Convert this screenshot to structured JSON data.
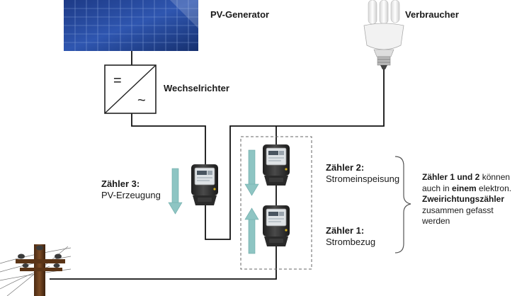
{
  "labels": {
    "pv_generator": "PV-Generator",
    "consumer": "Verbraucher",
    "inverter": "Wechselrichter",
    "meter3_title": "Zähler 3:",
    "meter3_sub": "PV-Erzeugung",
    "meter2_title": "Zähler 2:",
    "meter2_sub": "Stromeinspeisung",
    "meter1_title": "Zähler 1:",
    "meter1_sub": "Strombezug"
  },
  "inverter_symbols": {
    "dc": "=",
    "ac": "~"
  },
  "note": {
    "part1_bold": "Zähler 1 und 2",
    "part2": " können auch in ",
    "part3_bold": "einem",
    "part4": " elektron. ",
    "part5_bold": "Zweirichtungszähler",
    "part6": " zusammen gefasst werden"
  },
  "colors": {
    "wire": "#111111",
    "arrow": "#8ec5c3",
    "meter_body": "#2b2b2b",
    "dashed_box": "#666666",
    "brace": "#555555"
  },
  "icons": [
    "solar-panel-icon",
    "energy-saving-bulb-icon",
    "inverter-icon",
    "electricity-meter-icon",
    "utility-pole-icon"
  ]
}
